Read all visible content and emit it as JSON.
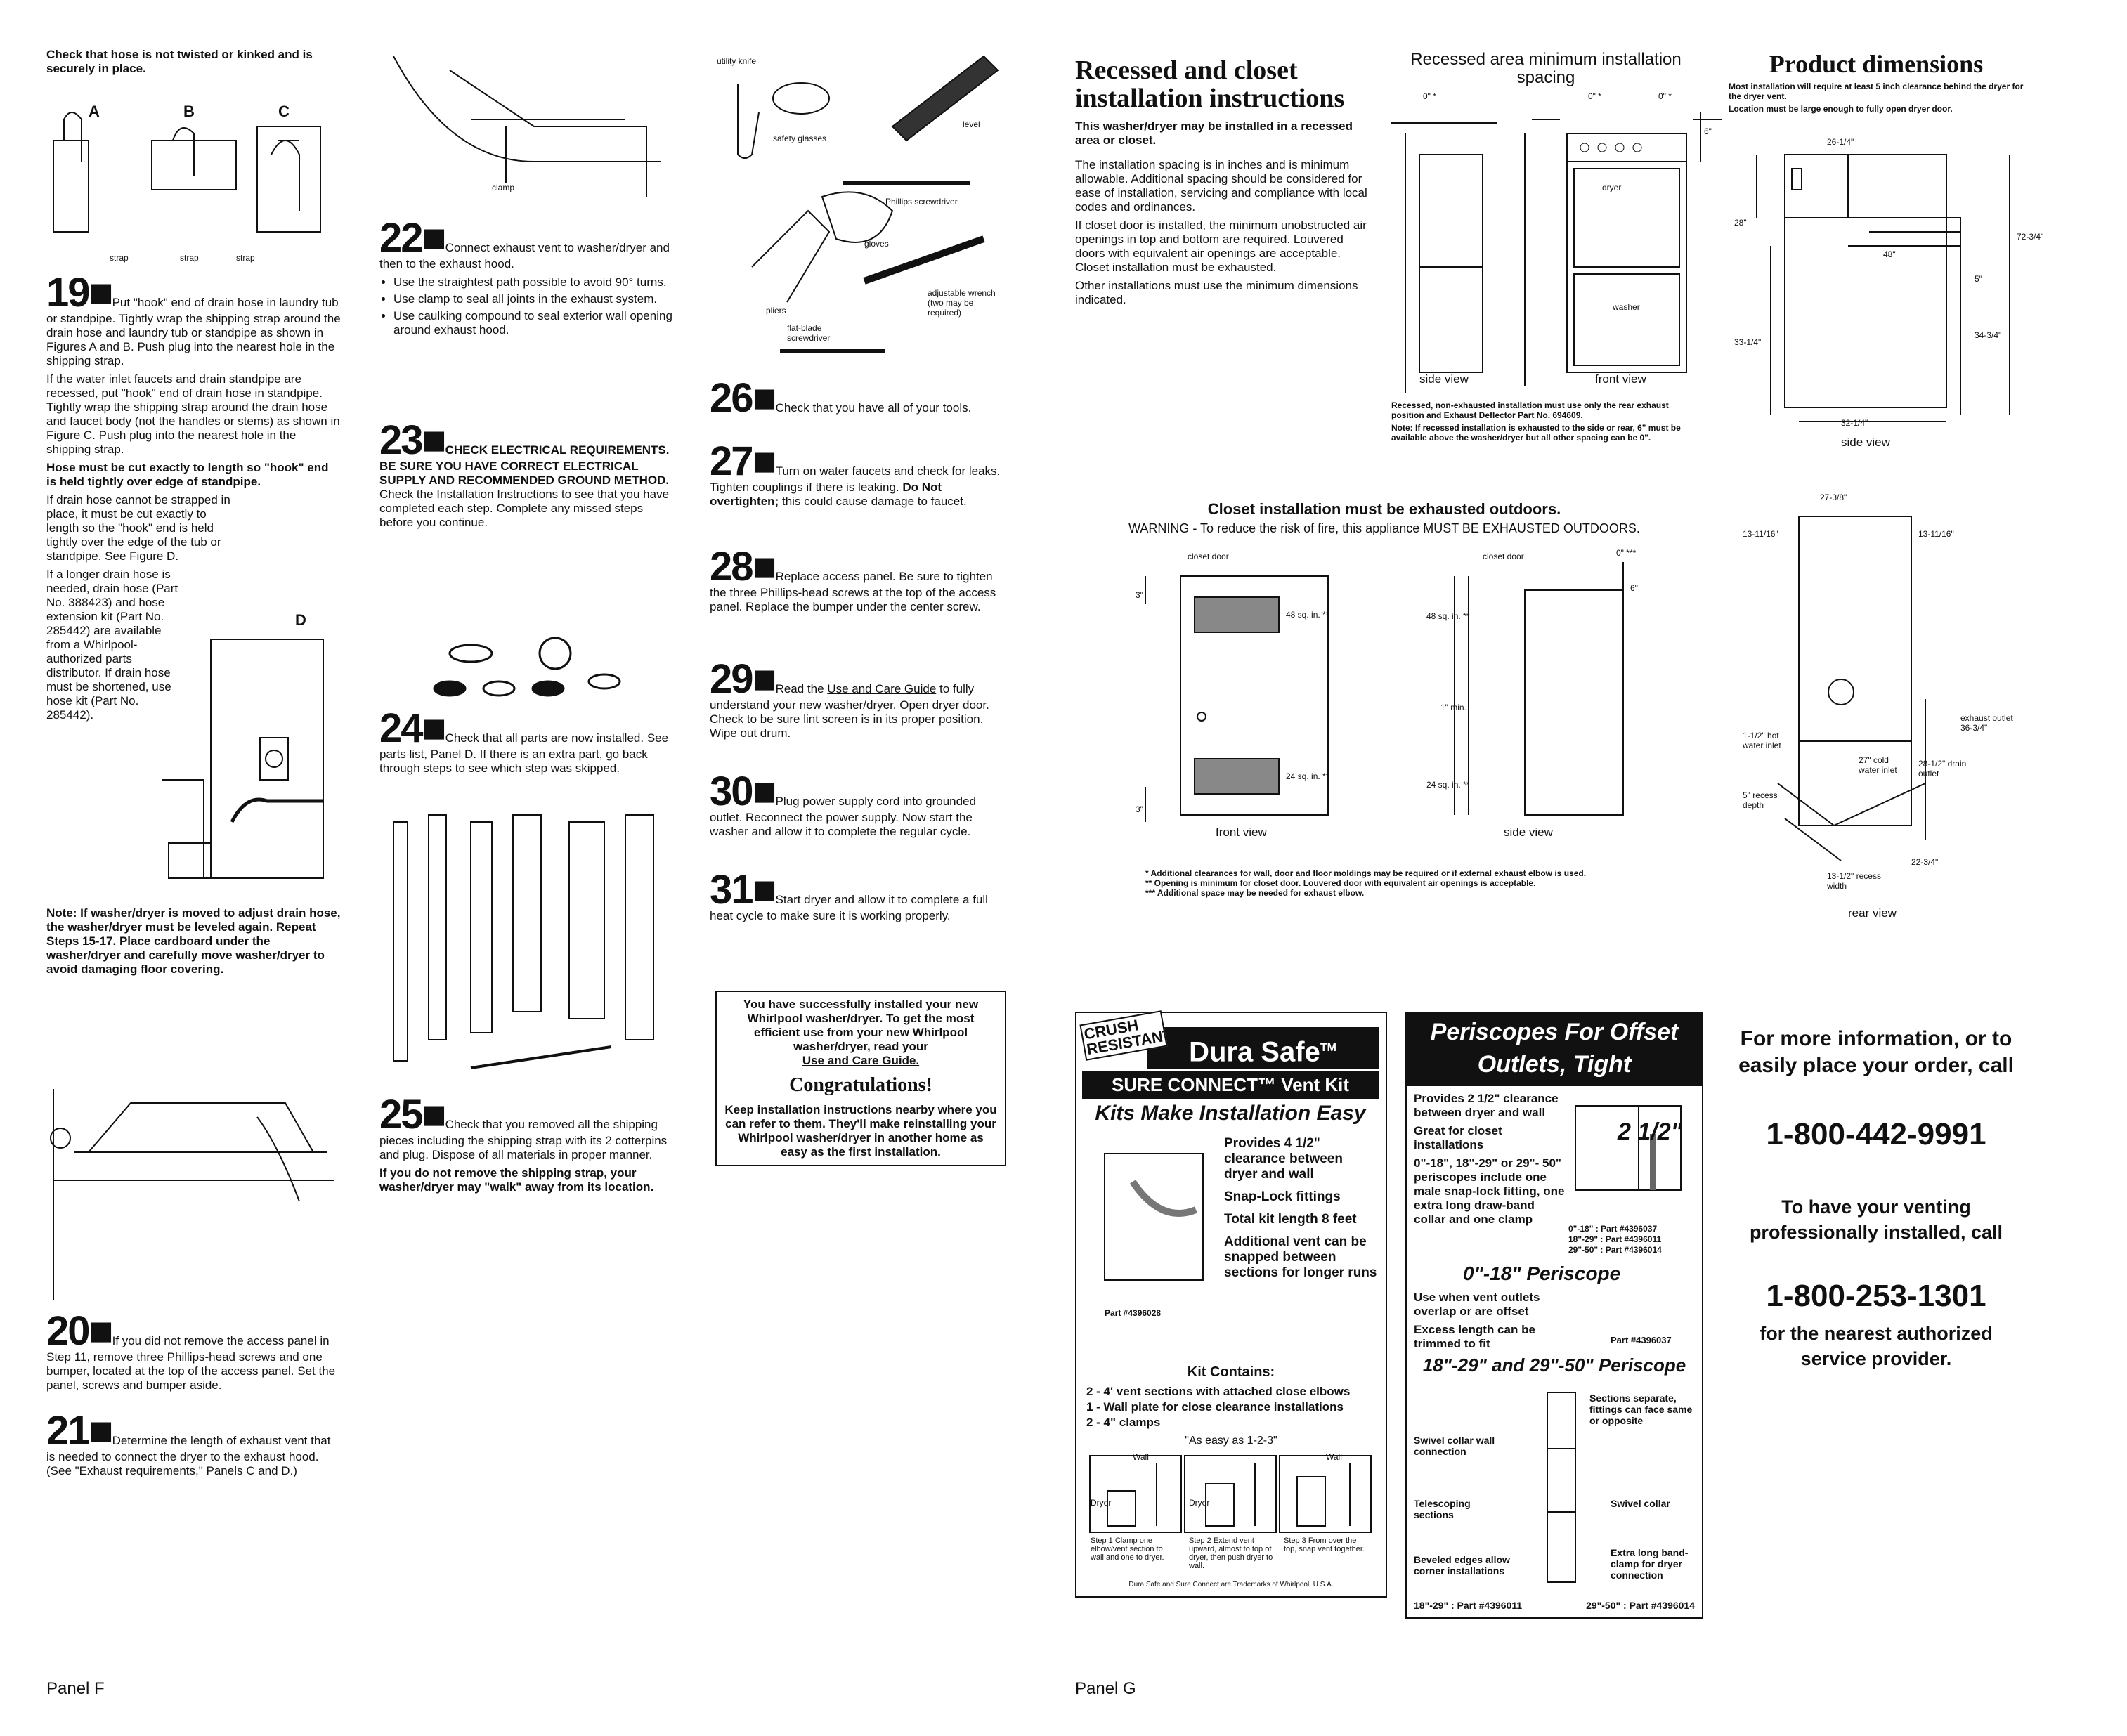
{
  "panelF": {
    "check_hose": "Check that hose is not twisted or kinked and is securely in place.",
    "fig_letters": [
      "A",
      "B",
      "C"
    ],
    "strap_labels": [
      "strap",
      "strap",
      "strap"
    ],
    "s19": {
      "num": "19",
      "text": "Put \"hook\" end of drain hose in laundry tub or standpipe. Tightly wrap the shipping strap around the drain hose and laundry tub or standpipe as shown in Figures A and B. Push plug into the nearest hole in the shipping strap.",
      "text2": "If the water inlet faucets and drain standpipe are recessed, put \"hook\" end of drain hose in standpipe. Tightly wrap the shipping strap around the drain hose and faucet body (not the handles or stems) as shown in Figure C. Push plug into the nearest hole in the shipping strap.",
      "bold": "Hose must be cut exactly to length so \"hook\" end is held tightly over edge of standpipe.",
      "text3": "If drain hose cannot be strapped in place, it must be cut exactly to length so the \"hook\" end is held tightly over the edge of the tub or standpipe. See Figure D.",
      "text4": "If a longer drain hose is needed, drain hose (Part No. 388423) and hose extension kit (Part No. 285442) are available from a Whirlpool-authorized parts distributor. If drain hose must be shortened, use hose kit (Part No. 285442).",
      "fig_d": "D",
      "note": "Note: If washer/dryer is moved to adjust drain hose, the washer/dryer must be leveled again. Repeat Steps 15-17. Place cardboard under the washer/dryer and carefully move washer/dryer to avoid damaging floor covering."
    },
    "s20": {
      "num": "20",
      "text": "If you did not remove the access panel in Step 11, remove three Phillips-head screws and one bumper, located at the top of the access panel. Set the panel, screws and bumper aside."
    },
    "s21": {
      "num": "21",
      "text": "Determine the length of exhaust vent that is needed to connect the dryer to the exhaust hood. (See \"Exhaust requirements,\" Panels C and D.)"
    },
    "clamp": "clamp",
    "s22": {
      "num": "22",
      "text": "Connect exhaust vent to washer/dryer and then to the exhaust hood.",
      "bullets": [
        "Use the straightest path possible to avoid 90° turns.",
        "Use clamp to seal all joints in the exhaust system.",
        "Use caulking compound to seal exterior wall opening around exhaust hood."
      ]
    },
    "s23": {
      "num": "23",
      "bold": "CHECK ELECTRICAL REQUIREMENTS. BE SURE YOU HAVE CORRECT ELECTRICAL SUPPLY AND RECOMMENDED GROUND METHOD.",
      "text": "Check the Installation Instructions to see that you have completed each step. Complete any missed steps before you continue."
    },
    "s24": {
      "num": "24",
      "text": "Check that all parts are now installed. See parts list, Panel D. If there is an extra part, go back through steps to see which step was skipped."
    },
    "s25": {
      "num": "25",
      "text": "Check that you removed all the shipping pieces including the shipping strap with its 2 cotterpins and plug. Dispose of all materials in proper manner.",
      "bold": "If you do not remove the shipping strap, your washer/dryer may \"walk\" away from its location."
    },
    "tools": {
      "utility": "utility knife",
      "glasses": "safety glasses",
      "level": "level",
      "phillips": "Phillips screwdriver",
      "gloves": "gloves",
      "pliers": "pliers",
      "wrench": "adjustable wrench (two may be required)",
      "flat": "flat-blade screwdriver"
    },
    "s26": {
      "num": "26",
      "text": "Check that you have all of your tools."
    },
    "s27": {
      "num": "27",
      "text": "Turn on water faucets and check for leaks. Tighten couplings if there is leaking.",
      "bold": "Do Not overtighten;",
      "text2": "this could cause damage to faucet."
    },
    "s28": {
      "num": "28",
      "text": "Replace access panel. Be sure to tighten the three Phillips-head screws at the top of the access panel. Replace the bumper under the center screw."
    },
    "s29": {
      "num": "29",
      "text_a": "Read the",
      "link": "Use and Care Guide",
      "text_b": "to fully understand your new washer/dryer. Open dryer door. Check to be sure lint screen is in its proper position. Wipe out drum."
    },
    "s30": {
      "num": "30",
      "text": "Plug power supply cord into grounded outlet. Reconnect the power supply. Now start the washer and allow it to complete the regular cycle."
    },
    "s31": {
      "num": "31",
      "text": "Start dryer and allow it to complete a full heat cycle to make sure it is working properly."
    },
    "congrats": {
      "intro": "You have successfully installed your new Whirlpool washer/dryer. To get the most efficient use from your new Whirlpool washer/dryer, read your",
      "guide": "Use and Care Guide.",
      "title": "Congratulations!",
      "body": "Keep installation instructions nearby where you can refer to them. They'll make reinstalling your Whirlpool washer/dryer in another home as easy as the first installation."
    },
    "label": "Panel F"
  },
  "panelG": {
    "recessed_title": "Recessed and closet installation instructions",
    "recessed_bold": "This washer/dryer may be installed in a recessed area or closet.",
    "recessed_p1": "The installation spacing is in inches and is minimum allowable. Additional spacing should be considered for ease of installation, servicing and compliance with local codes and ordinances.",
    "recessed_p2": "If closet door is installed, the minimum unobstructed air openings in top and bottom are required. Louvered doors with equivalent air openings are acceptable. Closet installation must be exhausted.",
    "recessed_p3": "Other installations must use the minimum dimensions indicated.",
    "spacing_title": "Recessed area minimum installation spacing",
    "spacing_dims": {
      "left": "0\" *",
      "mid": "0\" *",
      "right": "0\" *",
      "top": "6\""
    },
    "dryer": "dryer",
    "washer": "washer",
    "side_view": "side view",
    "front_view": "front view",
    "recess_note": "Recessed, non-exhausted installation must use only the rear exhaust position and Exhaust Deflector Part No. 694609.",
    "recess_note2": "Note: If recessed installation is exhausted to the side or rear, 6\" must be available above the washer/dryer but all other spacing can be 0\".",
    "closet_title": "Closet installation must be exhausted outdoors.",
    "closet_warning": "WARNING - To reduce the risk of fire, this appliance MUST BE EXHAUSTED OUTDOORS.",
    "closet_door": "closet door",
    "closet_door2": "closet door",
    "closet_dims": {
      "top3": "3\"",
      "bot3": "3\"",
      "sq48": "48 sq. in. **",
      "sq24": "24 sq. in. **",
      "sq48b": "48 sq. in. **",
      "sq24b": "24 sq. in. **",
      "min1": "1\" min.",
      "six": "6\"",
      "zero": "0\" ***"
    },
    "closet_front": "front view",
    "closet_side": "side view",
    "footnotes": [
      "* Additional clearances for wall, door and floor moldings may be required or if external exhaust elbow is used.",
      "** Opening is minimum for closet door. Louvered door with equivalent air openings is acceptable.",
      "*** Additional space may be needed for exhaust elbow."
    ],
    "product_title": "Product dimensions",
    "product_note1": "Most installation will require at least 5 inch clearance behind the dryer for the dryer vent.",
    "product_note2": "Location must be large enough to fully open dryer door.",
    "product_dims": {
      "w1": "26-1/4\"",
      "h28": "28\"",
      "h72": "72-3/4\"",
      "w48": "48\"",
      "d5": "5\"",
      "h33": "33-1/4\"",
      "h34": "34-3/4\"",
      "w32": "32-1/4\""
    },
    "product_side": "side view",
    "rear_dims": {
      "w27": "27-3/8\"",
      "l13": "13-11/16\"",
      "r13": "13-11/16\"",
      "exhaust": "exhaust outlet 36-3/4\"",
      "hot": "1-1/2\" hot water inlet",
      "cold": "27\" cold water inlet",
      "drain": "28-1/2\" drain outlet",
      "recess": "5\" recess depth",
      "recessw": "13-1/2\" recess width",
      "w22": "22-3/4\""
    },
    "rear_view": "rear view",
    "dura": {
      "crush": "CRUSH RESISTANT",
      "title": "Dura Safe",
      "tm": "TM",
      "sub": "SURE CONNECT™ Vent Kit",
      "kits": "Kits Make Installation Easy",
      "bullets": [
        "Provides 4 1/2\" clearance between dryer and wall",
        "Snap-Lock fittings",
        "Total kit length 8 feet",
        "Additional vent can be snapped between sections for longer runs"
      ],
      "part": "Part #4396028",
      "contains_title": "Kit Contains:",
      "contains": [
        "2 - 4' vent sections with attached close elbows",
        "1 - Wall plate for close clearance installations",
        "2 - 4\" clamps"
      ],
      "easy": "\"As easy as 1-2-3\"",
      "wall": "Wall",
      "wall2": "Wall",
      "dryer": "Dryer",
      "dryer2": "Dryer",
      "steps": [
        "Step 1 Clamp one elbow/vent section to wall and one to dryer.",
        "Step 2 Extend vent upward, almost to top of dryer, then push dryer to wall.",
        "Step 3 From over the top, snap vent together."
      ],
      "trademark": "Dura Safe and Sure Connect are Trademarks of Whirlpool, U.S.A."
    },
    "periscope": {
      "title": "Periscopes For Offset Outlets, Tight Installations",
      "b1": "Provides 2 1/2\" clearance between dryer and wall",
      "b2": "Great for closet installations",
      "b3": "0\"-18\", 18\"-29\" or 29\"- 50\" periscopes include one male snap-lock fitting, one extra long draw-band collar and one clamp",
      "parts": [
        "0\"-18\" : Part #4396037",
        "18\"-29\" : Part #4396011",
        "29\"-50\" : Part #4396014"
      ],
      "big": "2 1/2\"",
      "p018": "0\"-18\" Periscope",
      "b4": "Use when vent outlets overlap or are offset",
      "b5": "Excess length can be trimmed to fit",
      "part037": "Part #4396037",
      "p1829": "18\"-29\" and 29\"-50\" Periscope",
      "labels": {
        "sections": "Sections separate, fittings can face same or opposite",
        "swivel": "Swivel collar wall connection",
        "tele": "Telescoping sections",
        "swivel2": "Swivel collar",
        "bevel": "Beveled edges allow corner installations",
        "extra": "Extra long band-clamp for dryer connection"
      },
      "bottom": [
        "18\"-29\" : Part #4396011",
        "29\"-50\" : Part #4396014"
      ]
    },
    "info": {
      "more": "For more information, or to easily place your order, call",
      "phone1": "1-800-442-9991",
      "venting": "To have your venting professionally installed, call",
      "phone2": "1-800-253-1301",
      "nearest": "for the nearest authorized service provider."
    },
    "label": "Panel G"
  }
}
